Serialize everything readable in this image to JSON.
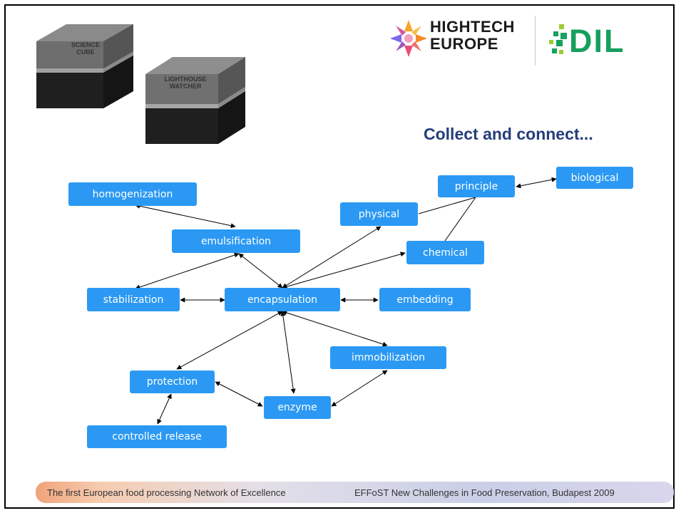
{
  "cubes": {
    "first": "SCIENCE\nCUBE",
    "second": "LIGHTHOUSE\nWATCHER"
  },
  "logos": {
    "hightech_line1": "HIGHTECH",
    "hightech_line2": "EUROPE",
    "dil": "DIL"
  },
  "heading": "Collect and connect...",
  "nodes": {
    "homogenization": "homogenization",
    "emulsification": "emulsification",
    "stabilization": "stabilization",
    "encapsulation": "encapsulation",
    "embedding": "embedding",
    "physical": "physical",
    "chemical": "chemical",
    "principle": "principle",
    "biological": "biological",
    "immobilization": "immobilization",
    "protection": "protection",
    "enzyme": "enzyme",
    "controlled_release": "controlled release"
  },
  "footer": {
    "left": "The first European food processing Network of Excellence",
    "right": "EFFoST New Challenges in Food Preservation, Budapest 2009"
  },
  "colors": {
    "node": "#2b99f3",
    "heading": "#253d7a",
    "dil_green": "#17a05d"
  }
}
